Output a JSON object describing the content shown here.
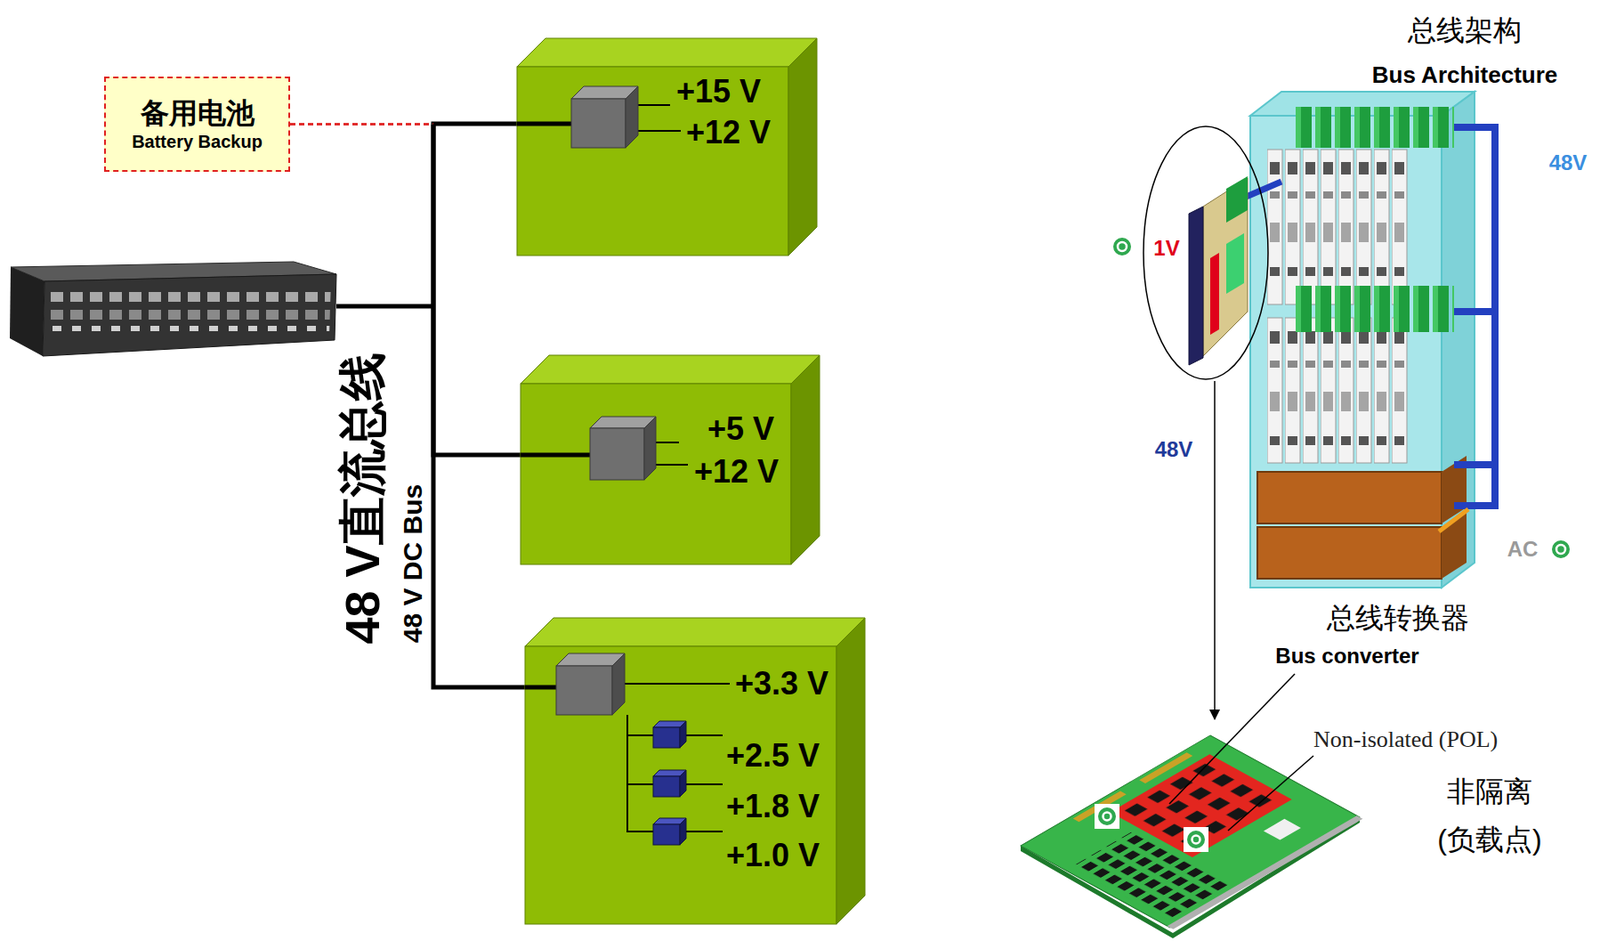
{
  "diagram": {
    "nodes": [
      {
        "text": [
          "备用电池",
          "Battery Backup"
        ]
      },
      {
        "text": [
          "+15 V",
          "+12 V"
        ]
      },
      {
        "text": [
          "+5 V",
          "+12 V"
        ]
      },
      {
        "text": [
          "+3.3 V",
          "+2.5 V",
          "+1.8 V",
          "+1.0 V"
        ]
      }
    ],
    "edges": [
      {
        "from": 0,
        "to": 1,
        "arrow": "none"
      },
      {
        "from": 0,
        "to": 2,
        "arrow": "none"
      },
      {
        "from": 0,
        "to": 3,
        "arrow": "none"
      }
    ],
    "labels": [
      "48 V直流总线",
      "48 V DC Bus",
      "总线架构",
      "Bus Architecture",
      "48V",
      "1V",
      "48V",
      "AC",
      "总线转换器",
      "Bus converter",
      "Non-isolated (POL)",
      "非隔离 (负载点)"
    ]
  }
}
